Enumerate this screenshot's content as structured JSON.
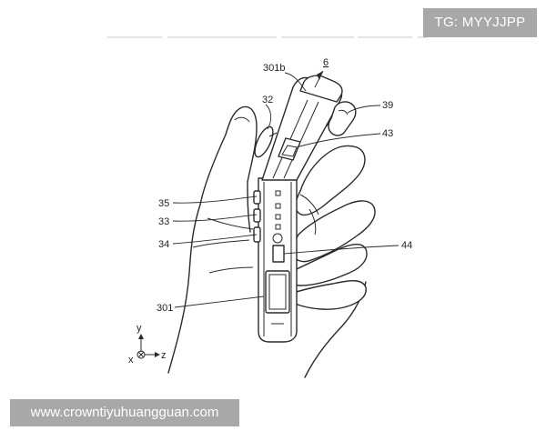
{
  "watermark_tag": "TG: MYYJJPP",
  "watermark_url": "www.crowntiyuhuangguan.com",
  "labels": {
    "l6": "6",
    "l301b": "301b",
    "l32": "32",
    "l39": "39",
    "l43": "43",
    "l35": "35",
    "l33": "33",
    "l34": "34",
    "l44": "44",
    "l301": "301"
  },
  "axes": {
    "y": "y",
    "x": "x",
    "z": "z"
  }
}
